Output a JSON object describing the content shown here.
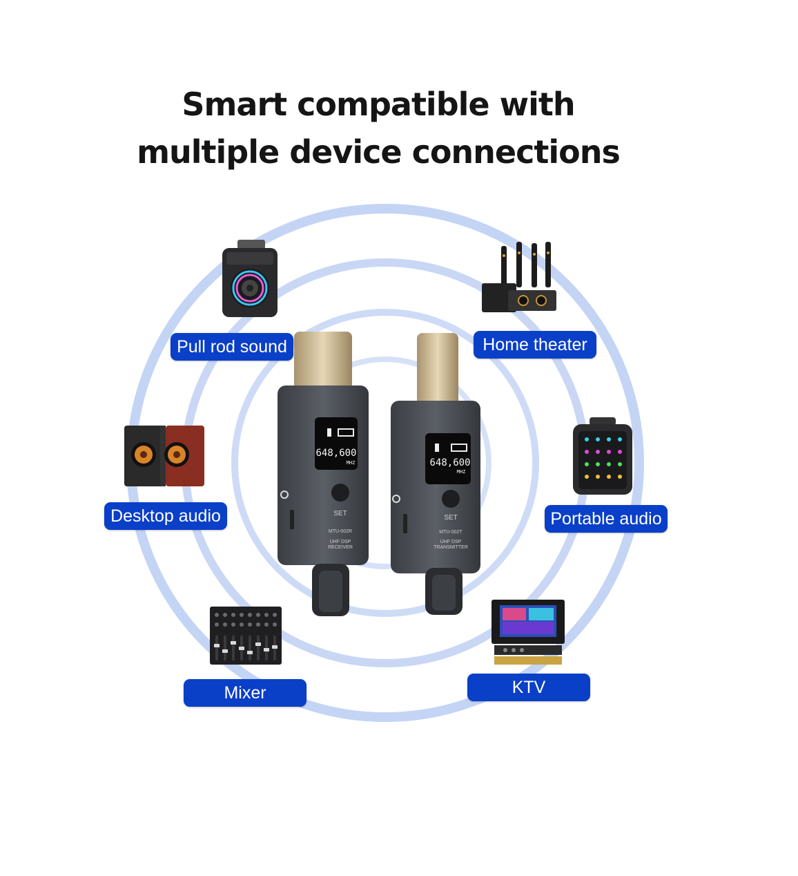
{
  "headline": {
    "line1": "Smart compatible with",
    "line2": "multiple device connections"
  },
  "colors": {
    "label_bg": "#0a3fc8",
    "label_text": "#ffffff",
    "ring": "#8fb0ee",
    "headline": "#151515"
  },
  "labels": {
    "pull_rod": "Pull rod sound",
    "home_theater": "Home theater",
    "desktop": "Desktop audio",
    "portable": "Portable audio",
    "mixer": "Mixer",
    "ktv": "KTV"
  },
  "receiver": {
    "frequency": "648,600",
    "unit": "MHZ",
    "set": "SET",
    "model": "MTU-002R",
    "type_line1": "UHF DSP",
    "type_line2": "RECEIVER"
  },
  "transmitter": {
    "frequency": "648,600",
    "unit": "MHZ",
    "set": "SET",
    "model": "MTU-002T",
    "type_line1": "UHF DSP",
    "type_line2": "TRANSMITTER"
  }
}
